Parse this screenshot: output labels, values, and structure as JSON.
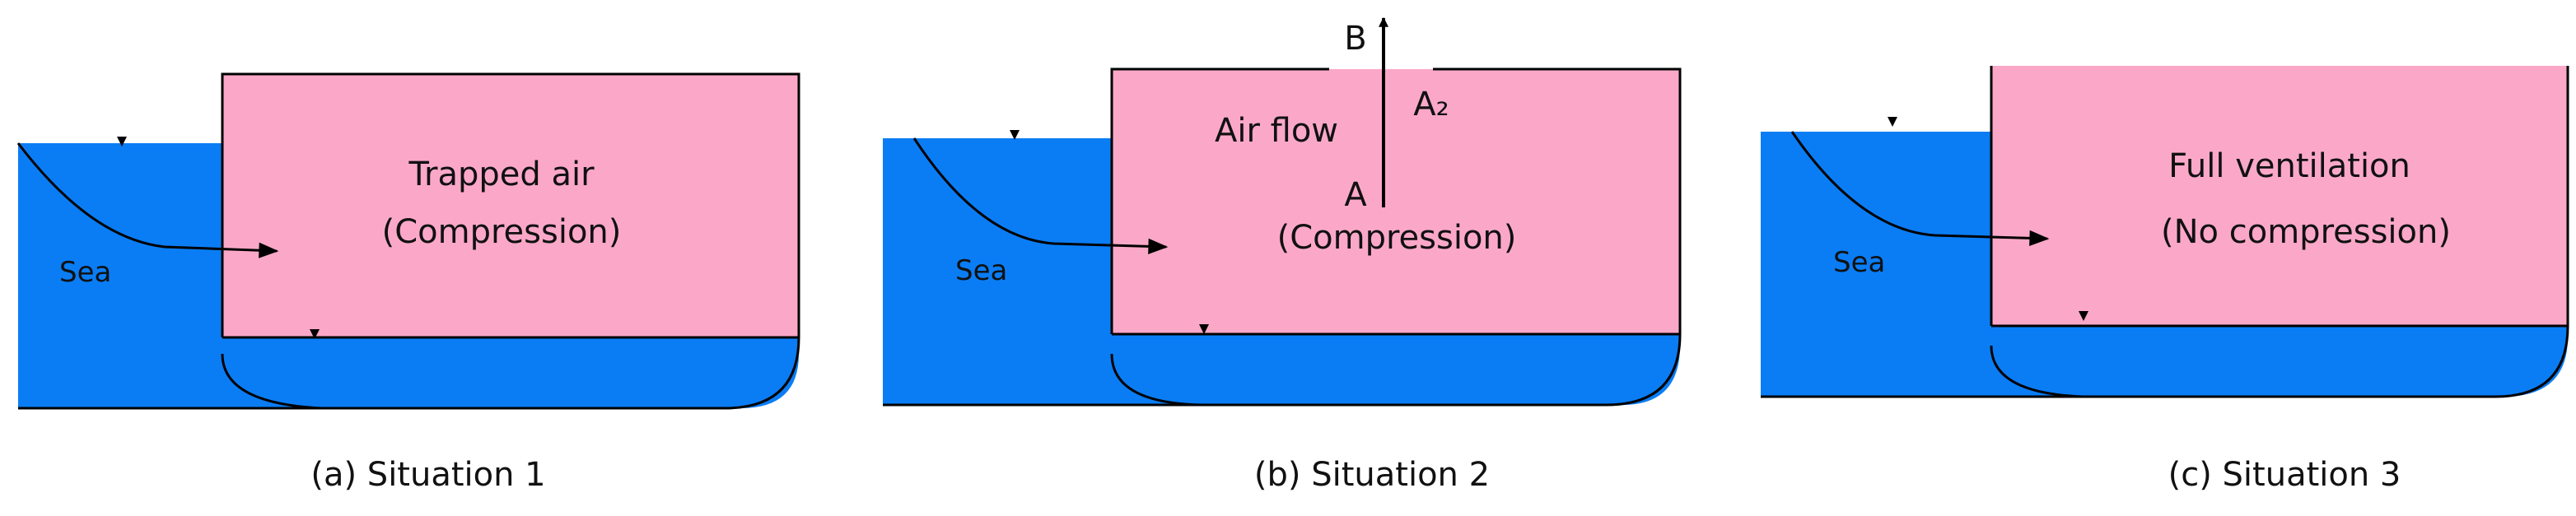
{
  "colors": {
    "sea": "#0a7df5",
    "air": "#fba8c8",
    "stroke": "#000000"
  },
  "panels": [
    {
      "caption": "(a) Situation 1",
      "sea_label": "Sea",
      "line1": "Trapped air",
      "line2": "(Compression)"
    },
    {
      "caption": "(b) Situation 2",
      "sea_label": "Sea",
      "flow_label": "Air flow",
      "line2": "(Compression)",
      "point_a": "A",
      "point_b": "B",
      "area_label": "A₂"
    },
    {
      "caption": "(c) Situation 3",
      "sea_label": "Sea",
      "line1": "Full ventilation",
      "line2": "(No compression)"
    }
  ]
}
